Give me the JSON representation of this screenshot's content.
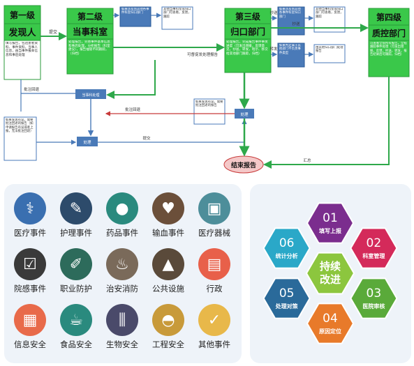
{
  "flow": {
    "level1": {
      "title1": "第一级",
      "title2": "发现人",
      "desc": "填写报告，包括患者资料、事件资料，当事人信息，由当事件报本信息和事后处理"
    },
    "level2": {
      "title1": "第二级",
      "title2": "当事科室",
      "desc": "处理报告，完善事件基本信息和事后处理，分析报告（科室建议），报告抽管不同跟踪，（归档）"
    },
    "level3": {
      "title1": "第三级",
      "title2": "归口部门",
      "desc": "处理报告，完成报告事件事责进度（可发出增援，反馈意见，抄送，转发，暗示、移交给其他部门跟踪，归档）"
    },
    "level4": {
      "title1": "第四级",
      "title2": "质控部门",
      "desc": "可查看全院所有报告，全程跟踪事件处理（可发出增援，反馈，抄送，转发，报告结果后可跟踪，归档）"
    },
    "note_top_mid": "如果涉及到其他各事件科室归口部门",
    "note_top_mid2": "其他当事科室或归口部门可查看，反馈，跟踪",
    "note_top_right": "如果涉及到其他各事件科室归口部门",
    "note_top_right2": "其他当事科室或归口部门可查看，反馈，跟踪",
    "note_mid_right": "如果判定属于其他部门不负责事件类型",
    "note_mid_right2": "由其他归口部门处理报告",
    "note_return": "如果发现有误，需要批注回退的报告（如申请报告有误或者上报，无法批注回退）",
    "note_mid": "如果发现有误，需要批注回退的报告",
    "step_disposal1": "当事科处理",
    "step_process": "处理",
    "step_process2": "处理",
    "end": "结束报告",
    "lbl_submit": "提交",
    "lbl_submit2": "提交",
    "lbl_cc1": "抄送",
    "lbl_cc2": "抄送",
    "lbl_transfer": "转发",
    "lbl_reject1": "批注回退",
    "lbl_reject2": "批注回退",
    "lbl_feedback": "可督促发处理报告",
    "lbl_summary": "汇总"
  },
  "categories": [
    {
      "label": "医疗事件",
      "color": "#3a6fb0",
      "icon": "stethoscope-icon"
    },
    {
      "label": "护理事件",
      "color": "#2d4b6b",
      "icon": "syringe-icon"
    },
    {
      "label": "药品事件",
      "color": "#2a8a7e",
      "icon": "pills-icon"
    },
    {
      "label": "输血事件",
      "color": "#6b4f3a",
      "icon": "blood-bag-icon"
    },
    {
      "label": "医疗器械",
      "color": "#4d8e9a",
      "icon": "device-icon"
    },
    {
      "label": "院感事件",
      "color": "#3a3a3a",
      "icon": "checklist-icon"
    },
    {
      "label": "职业防护",
      "color": "#2d6b5b",
      "icon": "needle-icon"
    },
    {
      "label": "治安消防",
      "color": "#7a6a5a",
      "icon": "extinguisher-icon"
    },
    {
      "label": "公共设施",
      "color": "#5a4a3a",
      "icon": "cone-icon"
    },
    {
      "label": "行政",
      "color": "#e8604a",
      "icon": "id-card-icon"
    },
    {
      "label": "信息安全",
      "color": "#e86a4a",
      "icon": "browser-icon"
    },
    {
      "label": "食品安全",
      "color": "#2a8a7e",
      "icon": "cup-icon"
    },
    {
      "label": "生物安全",
      "color": "#4a4a6a",
      "icon": "test-tubes-icon"
    },
    {
      "label": "工程安全",
      "color": "#c89a3a",
      "icon": "helmet-icon"
    },
    {
      "label": "其他事件",
      "color": "#e8b84a",
      "icon": "clipboard-icon"
    }
  ],
  "cycle": {
    "center1": "持续",
    "center2": "改进",
    "steps": [
      {
        "num": "01",
        "label": "填写上报",
        "color": "#7b2d8e"
      },
      {
        "num": "02",
        "label": "科室管理",
        "color": "#d42a5a"
      },
      {
        "num": "03",
        "label": "医院审核",
        "color": "#5aaa3a"
      },
      {
        "num": "04",
        "label": "原因定位",
        "color": "#e87a2a"
      },
      {
        "num": "05",
        "label": "处理对策",
        "color": "#2a6a9a"
      },
      {
        "num": "06",
        "label": "统计分析",
        "color": "#2aa8c8"
      }
    ]
  }
}
